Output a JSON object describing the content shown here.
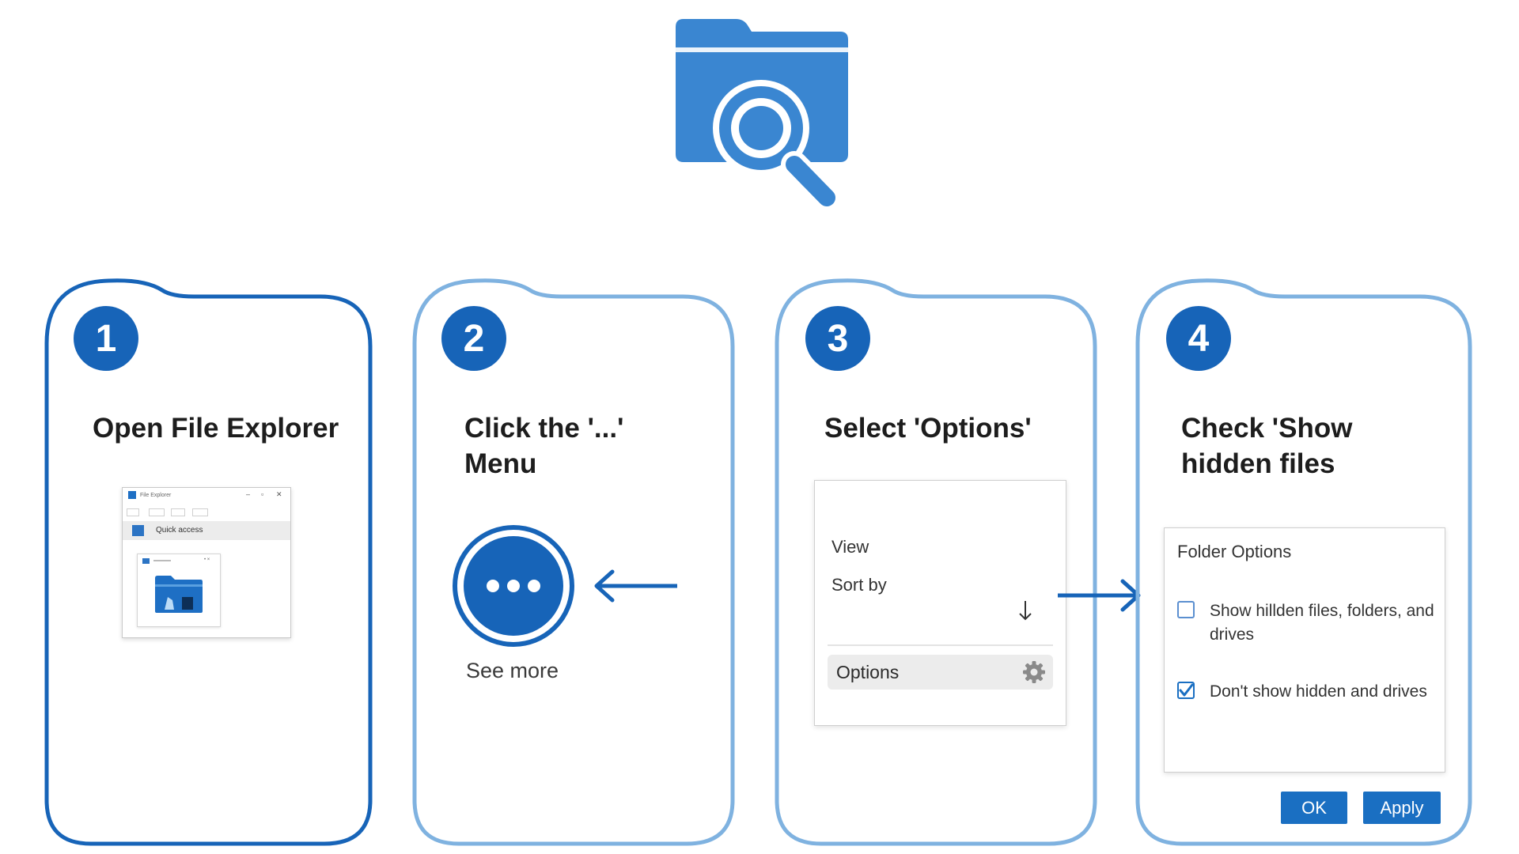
{
  "colors": {
    "accent": "#1764b8",
    "card_border": "#7fb2e0",
    "icon_blue": "#3a86d1"
  },
  "hero_icon": "folder-search-icon",
  "steps": [
    {
      "number": "1",
      "title_lines": [
        "Open File Explorer"
      ]
    },
    {
      "number": "2",
      "title_lines": [
        "Click the '...'",
        "Menu"
      ]
    },
    {
      "number": "3",
      "title_lines": [
        "Select 'Options'"
      ]
    },
    {
      "number": "4",
      "title_lines": [
        "Check 'Show",
        "hidden files"
      ]
    }
  ],
  "explorer_preview": {
    "window_title": "File Explorer",
    "quick_access": "Quick access"
  },
  "see_more": {
    "icon": "ellipsis-icon",
    "label": "See more"
  },
  "menu": {
    "items": [
      "View",
      "Sort by"
    ],
    "sort_icon": "arrow-down-icon",
    "options_label": "Options",
    "options_icon": "gear-icon"
  },
  "folder_options": {
    "title": "Folder Options",
    "options": [
      {
        "label": "Show hillden files, folders, and drives",
        "checked": false
      },
      {
        "label": "Don't show hidden and drives",
        "checked": true
      }
    ],
    "ok_label": "OK",
    "apply_label": "Apply"
  }
}
